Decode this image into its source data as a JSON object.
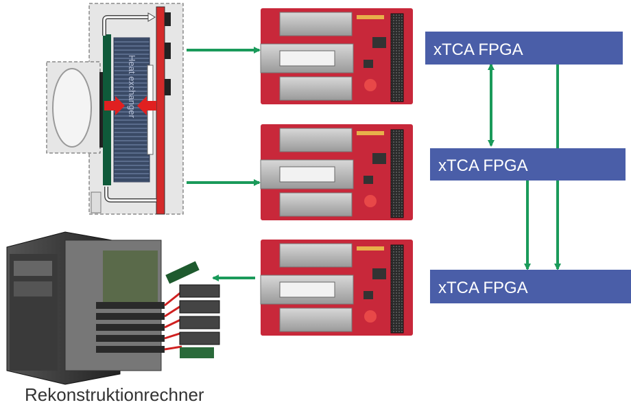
{
  "detector": {
    "heat_exchanger_label": "Heat exchanger"
  },
  "fpga_boxes": [
    {
      "label": "xTCA FPGA"
    },
    {
      "label": "xTCA FPGA"
    },
    {
      "label": "xTCA FPGA"
    }
  ],
  "computer": {
    "caption": "Rekonstruktionrechner"
  },
  "colors": {
    "arrow_green": "#1a9a5a",
    "fpga_blue": "#4a5ea8",
    "board_red": "#c8283a",
    "detector_red": "#d42a2a",
    "detector_green": "#0f5a3a"
  }
}
